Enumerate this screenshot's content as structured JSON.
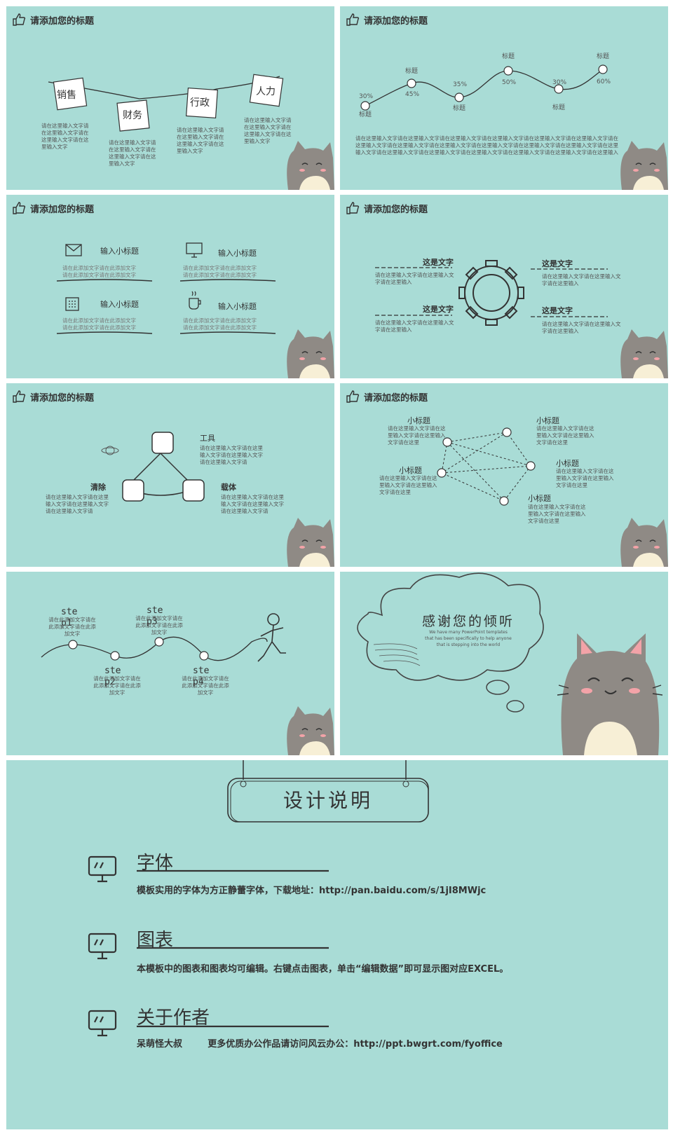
{
  "slide_title": "请添加您的标题",
  "s1": {
    "tags": [
      "销售",
      "财务",
      "行政",
      "人力"
    ],
    "desc": [
      "请在这里输入文字请在这里输入文字请在这里输入文字请在这里输入文字",
      "请在这里输入文字请在这里输入文字请在这里输入文字请在这里输入文字",
      "请在这里输入文字请在这里输入文字请在这里输入文字请在这里输入文字",
      "请在这里输入文字请在这里输入文字请在这里输入文字请在这里输入文字"
    ]
  },
  "s2": {
    "points": [
      {
        "pct": "30%",
        "label": "标题"
      },
      {
        "pct": "45%",
        "label": "标题"
      },
      {
        "pct": "35%",
        "label": "标题"
      },
      {
        "pct": "50%",
        "label": "标题"
      },
      {
        "pct": "30%",
        "label": "标题"
      },
      {
        "pct": "60%",
        "label": "标题"
      }
    ],
    "para": "请在这里输入文字请在这里输入文字请在这里输入文字请在这里输入文字请在这里输入文字请在这里输入文字请在这里输入文字请在这里输入文字请在这里输入文字请在这里输入文字请在这里输入文字请在这里输入文字请在这里输入文字请在这里输入文字请在这里输入文字请在这里输入文字请在这里输入文字请在这里输入文字请在这里输入"
  },
  "s3": {
    "items": [
      {
        "icon": "mail-icon",
        "label": "输入小标题",
        "text": "请在此添加文字请在此添加文字请在此添加文字请在此添加文字"
      },
      {
        "icon": "monitor-icon",
        "label": "输入小标题",
        "text": "请在此添加文字请在此添加文字请在此添加文字请在此添加文字"
      },
      {
        "icon": "calculator-icon",
        "label": "输入小标题",
        "text": "请在此添加文字请在此添加文字请在此添加文字请在此添加文字"
      },
      {
        "icon": "coffee-icon",
        "label": "输入小标题",
        "text": "请在此添加文字请在此添加文字请在此添加文字请在此添加文字"
      }
    ]
  },
  "s4": {
    "items": [
      {
        "title": "这是文字",
        "text": "请在这里输入文字请在这里输入文字请在这里输入"
      },
      {
        "title": "这是文字",
        "text": "请在这里输入文字请在这里输入文字请在这里输入"
      },
      {
        "title": "这是文字",
        "text": "请在这里输入文字请在这里输入文字请在这里输入"
      },
      {
        "title": "这是文字",
        "text": "请在这里输入文字请在这里输入文字请在这里输入"
      }
    ]
  },
  "s5": {
    "items": [
      {
        "title": "工具",
        "text": "请在这里输入文字请在这里输入文字请在这里输入文字请在这里输入文字请"
      },
      {
        "title": "清除",
        "text": "请在这里输入文字请在这里输入文字请在这里输入文字请在这里输入文字请"
      },
      {
        "title": "载体",
        "text": "请在这里输入文字请在这里输入文字请在这里输入文字请在这里输入文字请"
      }
    ]
  },
  "s6": {
    "items": [
      {
        "title": "小标题",
        "text": "请在这里输入文字请在这里输入文字请在这里输入文字请在这里"
      },
      {
        "title": "小标题",
        "text": "请在这里输入文字请在这里输入文字请在这里输入文字请在这里"
      },
      {
        "title": "小标题",
        "text": "请在这里输入文字请在这里输入文字请在这里输入文字请在这里"
      },
      {
        "title": "小标题",
        "text": "请在这里输入文字请在这里输入文字请在这里输入文字请在这里"
      },
      {
        "title": "小标题",
        "text": "请在这里输入文字请在这里输入文字请在这里输入文字请在这里"
      }
    ]
  },
  "s7": {
    "steps": [
      {
        "ste": "ste",
        "p": "p1",
        "text": "请在此添加文字请在此添加文字请在此添加文字"
      },
      {
        "ste": "ste",
        "p": "p2",
        "text": "请在此添加文字请在此添加文字请在此添加文字"
      },
      {
        "ste": "ste",
        "p": "p3",
        "text": "请在此添加文字请在此添加文字请在此添加文字"
      },
      {
        "ste": "ste",
        "p": "p4",
        "text": "请在此添加文字请在此添加文字请在此添加文字"
      }
    ]
  },
  "s8": {
    "title": "感谢您的倾听",
    "lines": [
      "We have many PowerPoint templates",
      "that has been specifically to help anyone",
      "that is stepping into the world"
    ]
  },
  "s9": {
    "banner": "设计说明",
    "sections": [
      {
        "title": "字体",
        "text": "模板实用的字体为方正静蕾字体，下载地址：http://pan.baidu.com/s/1jI8MWjc"
      },
      {
        "title": "图表",
        "text": "本模板中的图表和图表均可编辑。右键点击图表，单击“编辑数据”即可显示图对应EXCEL。"
      },
      {
        "title": "关于作者",
        "text": "呆萌怪大叔        更多优质办公作品请访问风云办公：http://ppt.bwgrt.com/fyoffice"
      }
    ]
  },
  "colors": {
    "background": "#a9dcd6",
    "ink": "#333333",
    "cat": "#8f8a85"
  }
}
